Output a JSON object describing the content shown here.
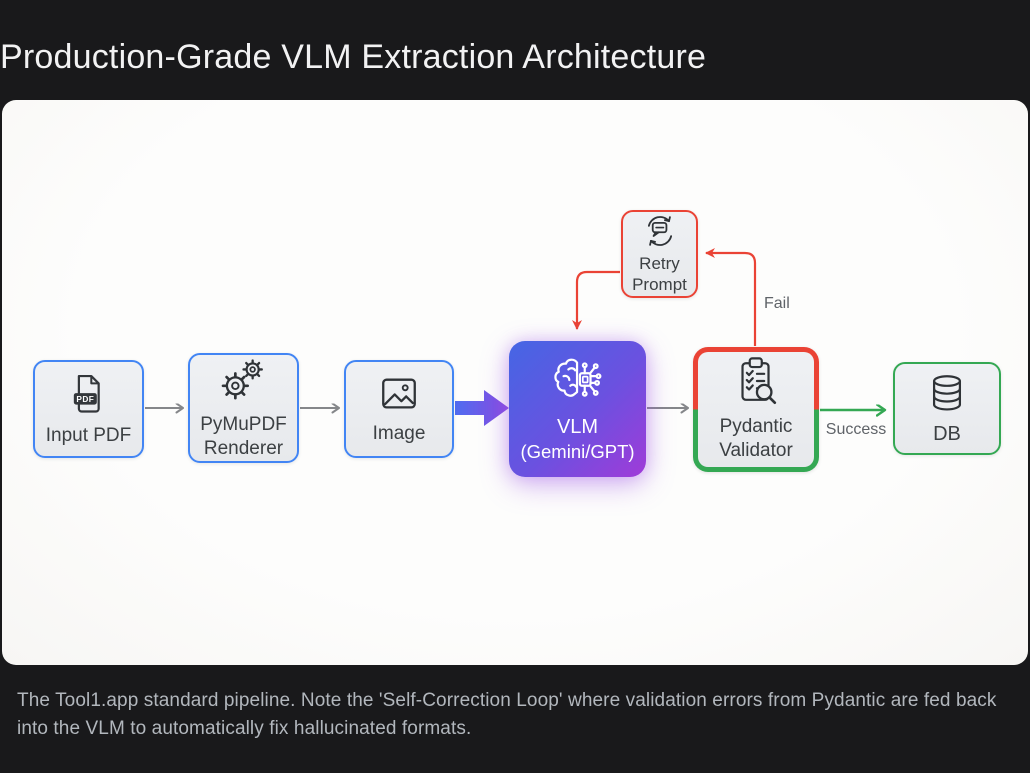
{
  "title": "Production-Grade VLM Extraction Architecture",
  "caption": "The Tool1.app standard pipeline. Note the 'Self-Correction Loop' where validation errors from Pydantic are fed back into the VLM to automatically fix hallucinated formats.",
  "diagram": {
    "nodes": [
      {
        "id": "input-pdf",
        "lines": [
          "Input PDF"
        ],
        "icon": "pdf-file-icon",
        "border_color": "#4285f4"
      },
      {
        "id": "pymupdf-renderer",
        "lines": [
          "PyMuPDF",
          "Renderer"
        ],
        "icon": "gears-icon",
        "border_color": "#4285f4"
      },
      {
        "id": "image",
        "lines": [
          "Image"
        ],
        "icon": "image-icon",
        "border_color": "#4285f4"
      },
      {
        "id": "vlm",
        "lines": [
          "VLM",
          "(Gemini/GPT)"
        ],
        "icon": "brain-circuit-icon",
        "gradient": [
          "#4566e4",
          "#a03bd8"
        ]
      },
      {
        "id": "pydantic-validator",
        "lines": [
          "Pydantic",
          "Validator"
        ],
        "icon": "clipboard-check-search-icon",
        "border_colors": [
          "#ea4335",
          "#34a853"
        ]
      },
      {
        "id": "db",
        "lines": [
          "DB"
        ],
        "icon": "database-icon",
        "border_color": "#34a853"
      },
      {
        "id": "retry-prompt",
        "lines": [
          "Retry",
          "Prompt"
        ],
        "icon": "retry-message-icon",
        "border_color": "#ea4335"
      }
    ],
    "edges": [
      {
        "from": "input-pdf",
        "to": "pymupdf-renderer",
        "style": "gray-arrow"
      },
      {
        "from": "pymupdf-renderer",
        "to": "image",
        "style": "gray-arrow"
      },
      {
        "from": "image",
        "to": "vlm",
        "style": "thick-gradient-arrow"
      },
      {
        "from": "vlm",
        "to": "pydantic-validator",
        "style": "gray-arrow"
      },
      {
        "from": "pydantic-validator",
        "to": "db",
        "style": "green-arrow",
        "label": "Success"
      },
      {
        "from": "pydantic-validator",
        "to": "retry-prompt",
        "style": "red-arrow",
        "label": "Fail"
      },
      {
        "from": "retry-prompt",
        "to": "vlm",
        "style": "red-arrow"
      }
    ],
    "edge_labels": {
      "fail": "Fail",
      "success": "Success"
    },
    "colors": {
      "node_border_blue": "#4285f4",
      "fail_red": "#ea4335",
      "success_green": "#34a853",
      "arrow_gray": "#85878a",
      "vlm_gradient_start": "#4566e4",
      "vlm_gradient_end": "#a03bd8",
      "node_fill": "#eaecef",
      "background_dark": "#19191b",
      "panel_white": "#fdfdfc",
      "caption_gray": "#b2b7bd"
    }
  }
}
